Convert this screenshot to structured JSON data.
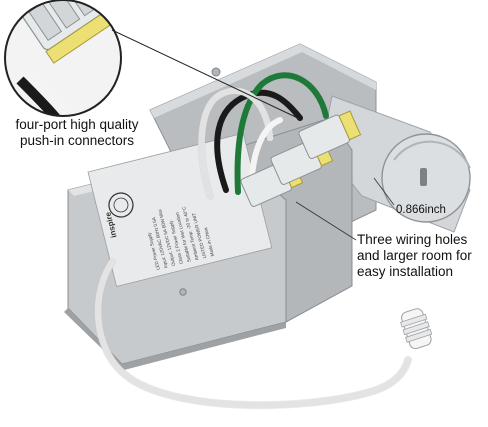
{
  "callouts": {
    "connectors": [
      "four-port high quality",
      "push-in connectors"
    ],
    "hole_diameter": "0.866inch",
    "wiring_holes": [
      "Three wiring holes",
      "and larger room for",
      "easy installation"
    ]
  },
  "label": {
    "brand": "inspire",
    "lines": [
      "LED Power Supply",
      "Input: 120VAC 60Hz 0.5A",
      "Output: 12VDC 5A 60W Max",
      "Class 2 Power Supply",
      "Suitable for Wet Location",
      "Ambient Temp: -20 to 40°C",
      "LISTED POWER UNIT",
      "Made in China"
    ]
  },
  "colors": {
    "housing": "#c7cacc",
    "housing_dark": "#a9adb0",
    "wire_green": "#1f7a3a",
    "wire_black": "#1a1a1a",
    "wire_white": "#f4f4f4",
    "connector_yellow": "#ecdf73",
    "text": "#111111"
  }
}
